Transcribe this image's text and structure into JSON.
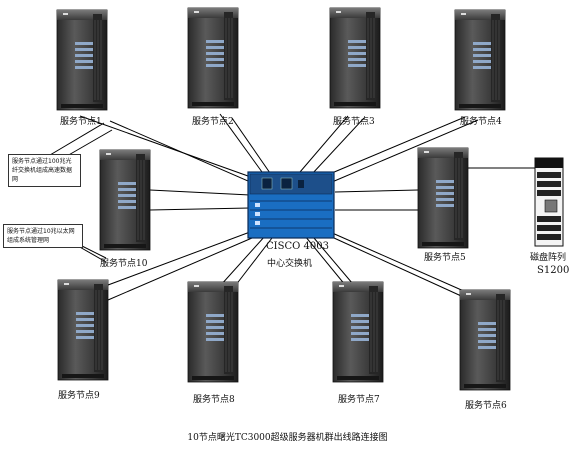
{
  "diagram": {
    "switch": {
      "model": "CISCO 4003",
      "subtitle": "中心交换机"
    },
    "nodes": [
      {
        "id": "n1",
        "label": "服务节点1"
      },
      {
        "id": "n2",
        "label": "服务节点2"
      },
      {
        "id": "n3",
        "label": "服务节点3"
      },
      {
        "id": "n4",
        "label": "服务节点4"
      },
      {
        "id": "n5",
        "label": "服务节点5"
      },
      {
        "id": "n6",
        "label": "服务节点6"
      },
      {
        "id": "n7",
        "label": "服务节点7"
      },
      {
        "id": "n8",
        "label": "服务节点8"
      },
      {
        "id": "n9",
        "label": "服务节点9"
      },
      {
        "id": "n10",
        "label": "服务节点10"
      }
    ],
    "storage": {
      "label": "磁盘阵列",
      "model": "S1200"
    },
    "notes": [
      {
        "id": "note1",
        "text": "服务节点通过100兆光纤交换机组成高速数据网"
      },
      {
        "id": "note2",
        "text": "服务节点通过10兆以太网组成系统管理网"
      }
    ],
    "caption": "10节点曙光TC3000超级服务器机群出线路连接图"
  }
}
